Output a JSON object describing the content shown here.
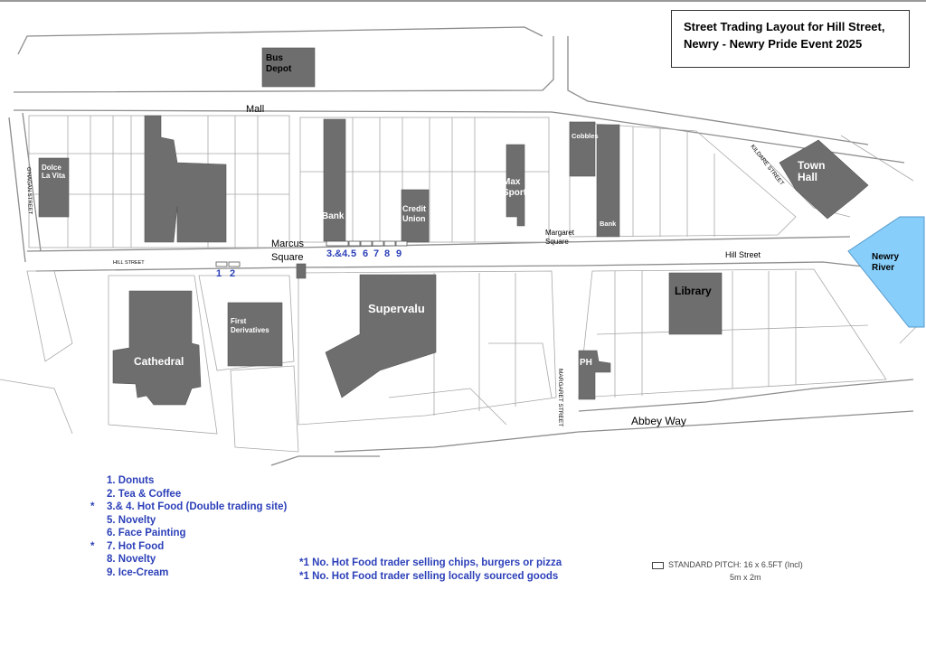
{
  "title": {
    "line1": "Street Trading Layout for Hill Street,",
    "line2": "Newry -  Newry Pride Event 2025"
  },
  "buildings": {
    "bus_depot": "Bus Depot",
    "dolce_la_vita": "Dolce La Vita",
    "bank_left": "Bank",
    "credit_union": "Credit Union",
    "max_sports": "Max Sports",
    "cobbles": "Cobbles",
    "bank_right": "Bank",
    "town_hall": "Town Hall",
    "newry_river": "Newry River",
    "library": "Library",
    "supervalu": "Supervalu",
    "first_derivatives": "First Derivatives",
    "cathedral": "Cathedral",
    "ph": "PH"
  },
  "streets": {
    "mall": "Mall",
    "kildare_street": "KILDARE STREET",
    "hill_street_small": "HILL STREET",
    "hill_street": "Hill Street",
    "marcus_square": "Marcus Square",
    "margaret_square": "Margaret Square",
    "margaret_street": "MARGARET STREET",
    "abbey_way": "Abbey Way",
    "oharan_street": "O'HAGAN STREET"
  },
  "pitch_numbers": {
    "left": [
      "1",
      "2"
    ],
    "right": [
      "3.&4.",
      "5",
      "6",
      "7",
      "8",
      "9"
    ]
  },
  "legend": [
    {
      "star": "",
      "text": "1. Donuts"
    },
    {
      "star": "",
      "text": "2. Tea & Coffee"
    },
    {
      "star": "*",
      "text": "3.& 4. Hot Food (Double trading site)"
    },
    {
      "star": "",
      "text": "5. Novelty"
    },
    {
      "star": "",
      "text": "6. Face Painting"
    },
    {
      "star": "*",
      "text": "7. Hot Food"
    },
    {
      "star": "",
      "text": "8. Novelty"
    },
    {
      "star": "",
      "text": "9. Ice-Cream"
    }
  ],
  "notes": [
    "*1 No. Hot Food trader selling chips, burgers or pizza",
    "*1 No. Hot Food trader selling locally sourced goods"
  ],
  "pitch_key": {
    "line1": "STANDARD PITCH: 16 x 6.5FT (Incl)",
    "line2": "5m x 2m"
  },
  "colors": {
    "building": "#6e6e6e",
    "river": "#87cefa",
    "pitch_text": "#2b3fb8",
    "outline": "#9a9a9a"
  }
}
